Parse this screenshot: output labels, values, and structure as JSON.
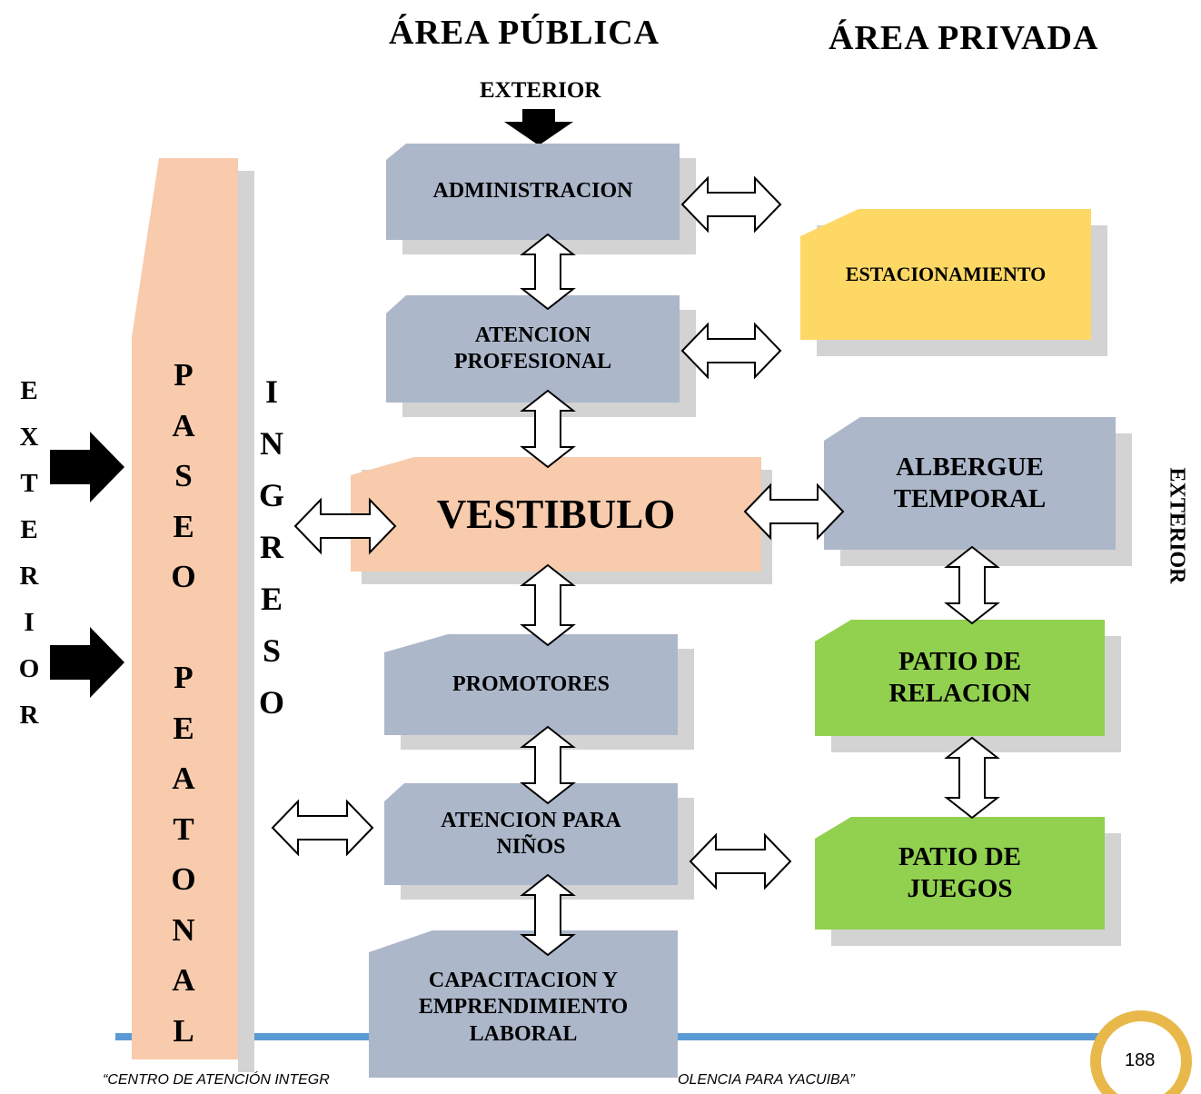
{
  "headers": {
    "public_area": "ÁREA PÚBLICA",
    "private_area": "ÁREA PRIVADA"
  },
  "exterior_labels": {
    "top": "EXTERIOR",
    "left": "E\nX\nT\nE\nR\nI\nO\nR",
    "right": "EXTERIOR"
  },
  "paseo_peatonal": "P\nA\nS\nE\nO\n\nP\nE\nA\nT\nO\nN\nA\nL",
  "ingreso": "I\nN\nG\nR\nE\nS\nO",
  "boxes": {
    "administracion": "ADMINISTRACION",
    "atencion_profesional": "ATENCION\nPROFESIONAL",
    "vestibulo": "VESTIBULO",
    "promotores": "PROMOTORES",
    "atencion_ninos": "ATENCION PARA\nNIÑOS",
    "capacitacion": "CAPACITACION Y\nEMPRENDIMIENTO\nLABORAL",
    "estacionamiento": "ESTACIONAMIENTO",
    "albergue": "ALBERGUE\nTEMPORAL",
    "patio_relacion": "PATIO DE\nRELACION",
    "patio_juegos": "PATIO DE\nJUEGOS"
  },
  "footer": {
    "left_fragment": "“CENTRO DE ATENCIÓN INTEGR",
    "right_fragment": "OLENCIA PARA YACUIBA”",
    "page_number": "188"
  },
  "colors": {
    "gray_box": "#acb7ca",
    "orange_box": "#f8cbad",
    "yellow_box": "#fdd865",
    "green_box": "#92d050",
    "shadow": "#d3d3d3",
    "footer_rule": "#5b9bd5",
    "seal": "#e8b84a"
  }
}
